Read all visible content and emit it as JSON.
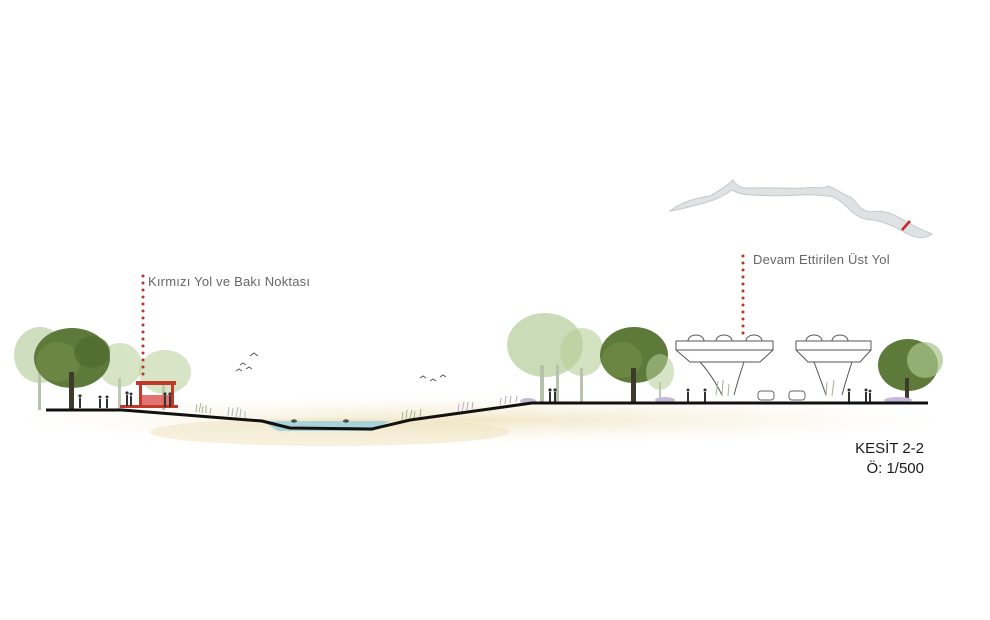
{
  "annotations": {
    "viewpoint": "Kırmızı Yol ve Bakı Noktası",
    "upper_road": "Devam Ettirilen Üst Yol"
  },
  "section_title": {
    "name": "KESİT 2-2",
    "scale": "Ö: 1/500"
  },
  "colors": {
    "ground_line": "#111111",
    "sand_glow": "#f3ead1",
    "water": "#a9d3d8",
    "leader_dots": "#b5362c",
    "pavilion": "#c0392b",
    "tree_dark": "#5e7a3a",
    "tree_light": "#a8c48a",
    "river_map": "#cfd2d4",
    "map_marker": "#cc2222"
  },
  "icons": [
    "tree-icon",
    "person-icon",
    "bird-icon",
    "pavilion-icon",
    "bridge-icon",
    "river-map-icon"
  ]
}
